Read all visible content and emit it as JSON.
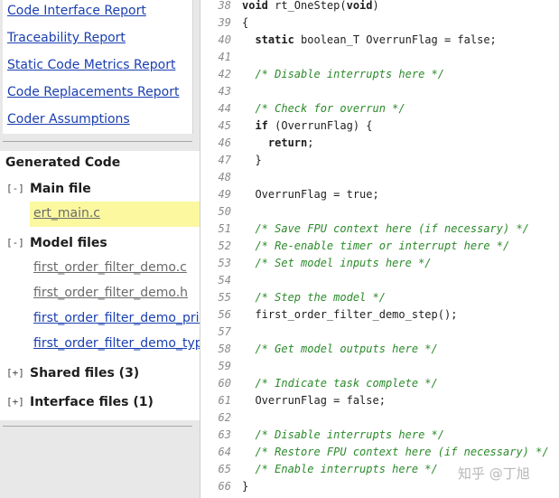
{
  "reports": [
    {
      "label": "Code Interface Report"
    },
    {
      "label": "Traceability Report"
    },
    {
      "label": "Static Code Metrics Report"
    },
    {
      "label": "Code Replacements Report"
    },
    {
      "label": "Coder Assumptions"
    }
  ],
  "generated_code": {
    "title": "Generated Code",
    "main_file": {
      "toggle": "[-]",
      "label": "Main file",
      "files": [
        "ert_main.c"
      ],
      "selected": "ert_main.c"
    },
    "model_files": {
      "toggle": "[-]",
      "label": "Model files",
      "files": [
        {
          "name": "first_order_filter_demo.c",
          "visited": true
        },
        {
          "name": "first_order_filter_demo.h",
          "visited": true
        },
        {
          "name": "first_order_filter_demo_priv",
          "visited": false
        },
        {
          "name": "first_order_filter_demo_typ",
          "visited": false
        }
      ]
    },
    "shared_files": {
      "toggle": "[+]",
      "label": "Shared files (3)"
    },
    "interface_files": {
      "toggle": "[+]",
      "label": "Interface files (1)"
    }
  },
  "code": {
    "lines": [
      {
        "n": "38",
        "segs": [
          {
            "t": "void",
            "k": "kw"
          },
          {
            "t": " rt_OneStep("
          },
          {
            "t": "void",
            "k": "kw"
          },
          {
            "t": ")"
          }
        ]
      },
      {
        "n": "39",
        "segs": [
          {
            "t": "{"
          }
        ]
      },
      {
        "n": "40",
        "segs": [
          {
            "t": "  "
          },
          {
            "t": "static",
            "k": "kw"
          },
          {
            "t": " boolean_T OverrunFlag = false;"
          }
        ]
      },
      {
        "n": "41",
        "segs": []
      },
      {
        "n": "42",
        "segs": [
          {
            "t": "  "
          },
          {
            "t": "/* Disable interrupts here */",
            "k": "cm"
          }
        ]
      },
      {
        "n": "43",
        "segs": []
      },
      {
        "n": "44",
        "segs": [
          {
            "t": "  "
          },
          {
            "t": "/* Check for overrun */",
            "k": "cm"
          }
        ]
      },
      {
        "n": "45",
        "segs": [
          {
            "t": "  "
          },
          {
            "t": "if",
            "k": "kw"
          },
          {
            "t": " (OverrunFlag) {"
          }
        ]
      },
      {
        "n": "46",
        "segs": [
          {
            "t": "    "
          },
          {
            "t": "return",
            "k": "kw"
          },
          {
            "t": ";"
          }
        ]
      },
      {
        "n": "47",
        "segs": [
          {
            "t": "  }"
          }
        ]
      },
      {
        "n": "48",
        "segs": []
      },
      {
        "n": "49",
        "segs": [
          {
            "t": "  OverrunFlag = true;"
          }
        ]
      },
      {
        "n": "50",
        "segs": []
      },
      {
        "n": "51",
        "segs": [
          {
            "t": "  "
          },
          {
            "t": "/* Save FPU context here (if necessary) */",
            "k": "cm"
          }
        ]
      },
      {
        "n": "52",
        "segs": [
          {
            "t": "  "
          },
          {
            "t": "/* Re-enable timer or interrupt here */",
            "k": "cm"
          }
        ]
      },
      {
        "n": "53",
        "segs": [
          {
            "t": "  "
          },
          {
            "t": "/* Set model inputs here */",
            "k": "cm"
          }
        ]
      },
      {
        "n": "54",
        "segs": []
      },
      {
        "n": "55",
        "segs": [
          {
            "t": "  "
          },
          {
            "t": "/* Step the model */",
            "k": "cm"
          }
        ]
      },
      {
        "n": "56",
        "segs": [
          {
            "t": "  first_order_filter_demo_step();"
          }
        ]
      },
      {
        "n": "57",
        "segs": []
      },
      {
        "n": "58",
        "segs": [
          {
            "t": "  "
          },
          {
            "t": "/* Get model outputs here */",
            "k": "cm"
          }
        ]
      },
      {
        "n": "59",
        "segs": []
      },
      {
        "n": "60",
        "segs": [
          {
            "t": "  "
          },
          {
            "t": "/* Indicate task complete */",
            "k": "cm"
          }
        ]
      },
      {
        "n": "61",
        "segs": [
          {
            "t": "  OverrunFlag = false;"
          }
        ]
      },
      {
        "n": "62",
        "segs": []
      },
      {
        "n": "63",
        "segs": [
          {
            "t": "  "
          },
          {
            "t": "/* Disable interrupts here */",
            "k": "cm"
          }
        ]
      },
      {
        "n": "64",
        "segs": [
          {
            "t": "  "
          },
          {
            "t": "/* Restore FPU context here (if necessary) */",
            "k": "cm"
          }
        ]
      },
      {
        "n": "65",
        "segs": [
          {
            "t": "  "
          },
          {
            "t": "/* Enable interrupts here */",
            "k": "cm"
          }
        ]
      },
      {
        "n": "66",
        "segs": [
          {
            "t": "}"
          }
        ]
      }
    ]
  },
  "watermark": "知乎 @丁旭",
  "colors": {
    "link": "#1a3fb0",
    "visited_link": "#6b6b6b",
    "highlight": "#fbf8a0",
    "comment": "#2a8a2a"
  }
}
